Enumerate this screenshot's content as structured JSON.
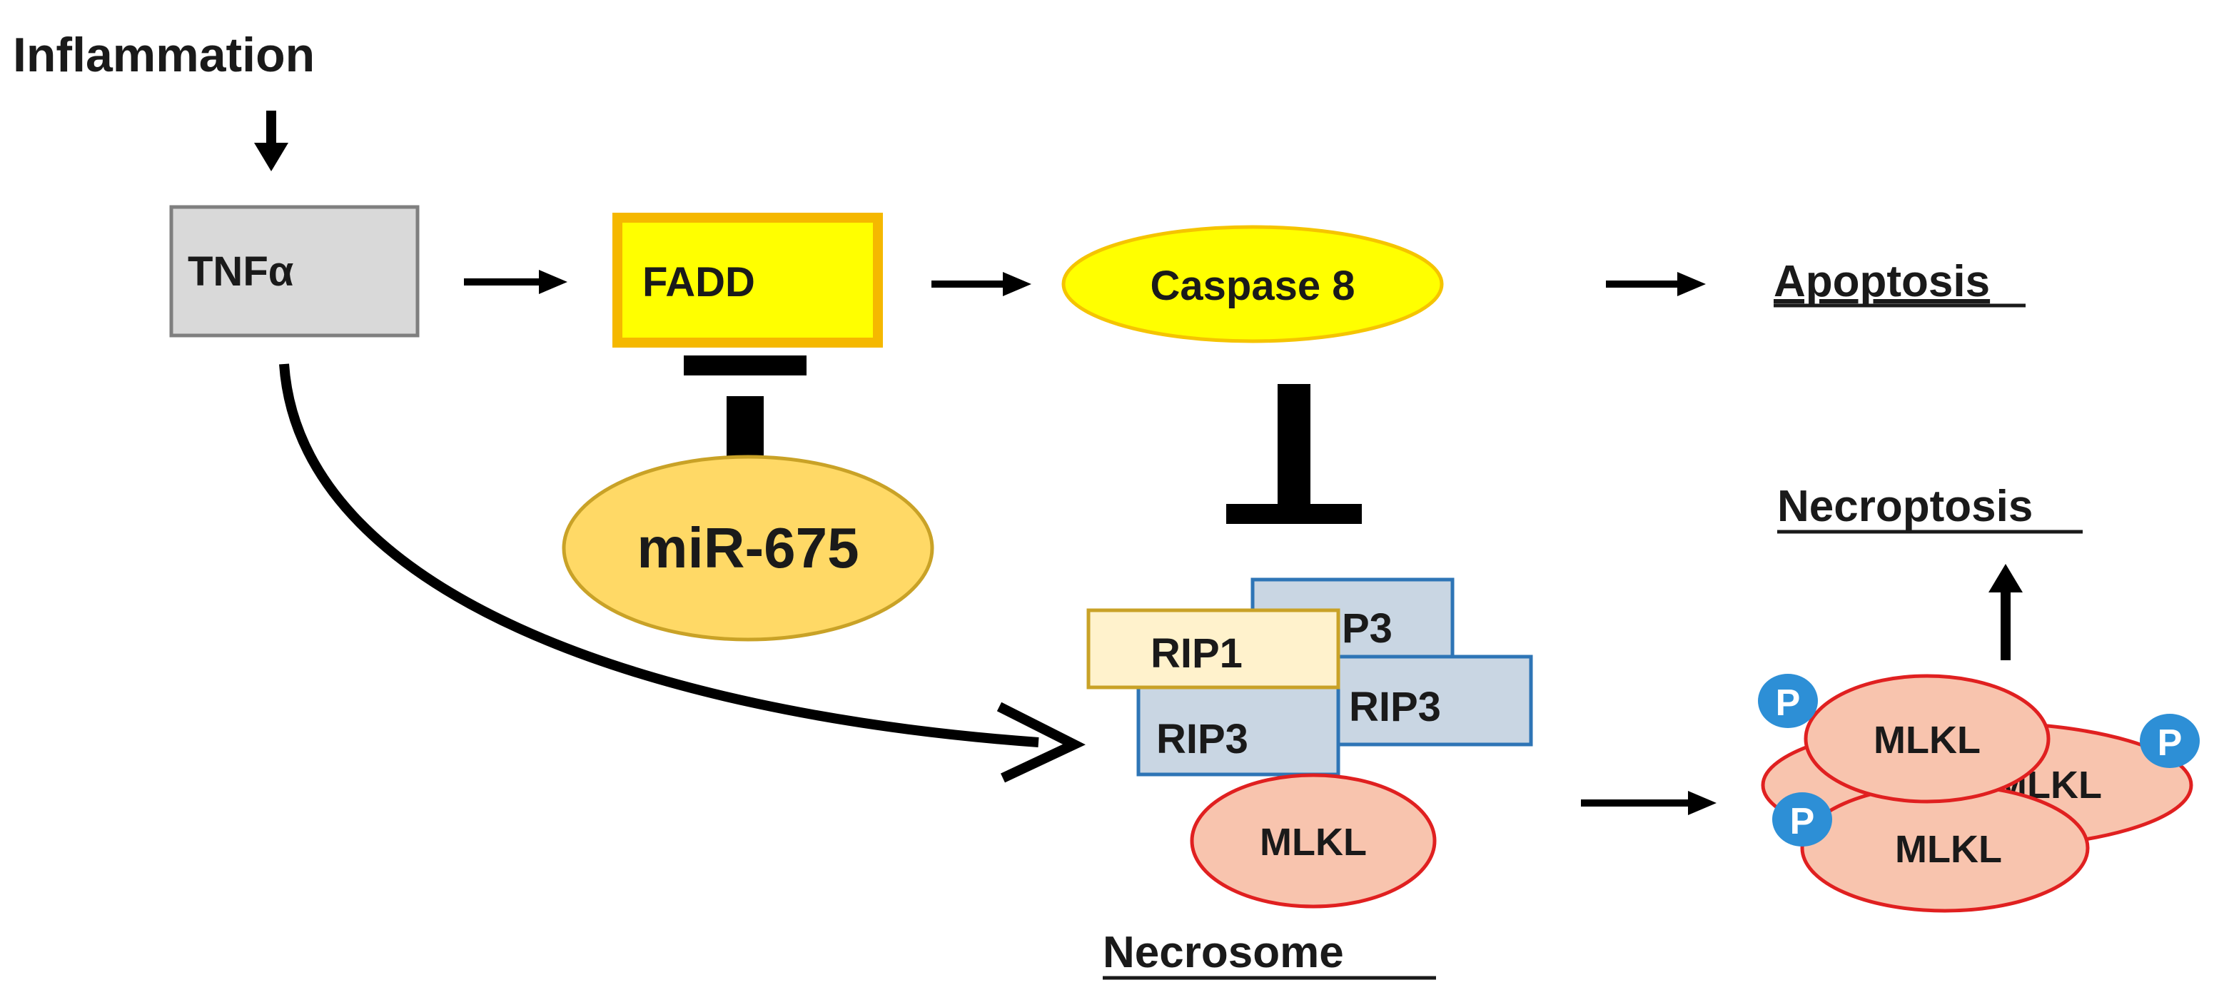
{
  "labels": {
    "inflammation": "Inflammation",
    "apoptosis": "Apoptosis",
    "necroptosis": "Necroptosis",
    "necrosome": "Necrosome"
  },
  "nodes": {
    "tnfa": "TNFα",
    "fadd": "FADD",
    "caspase8": "Caspase 8",
    "mir675": "miR-675",
    "rip1": "RIP1",
    "rip3_back": "P3",
    "rip3_right": "RIP3",
    "rip3_front": "RIP3",
    "mlkl_necrosome": "MLKL",
    "mlkl_1": "MLKL",
    "mlkl_2": "MLKL",
    "mlkl_3": "MLKL",
    "phospho_1": "P",
    "phospho_2": "P",
    "phospho_3": "P"
  },
  "colors": {
    "tnfa_fill": "#d9d9d9",
    "tnfa_stroke": "#7f7f7f",
    "fadd_fill": "#ffff00",
    "fadd_stroke": "#f5b800",
    "caspase_fill": "#ffff00",
    "caspase_stroke": "#f5c400",
    "mir_fill": "#ffd966",
    "mir_stroke": "#c9a227",
    "rip1_fill": "#fff2cc",
    "rip1_stroke": "#c9a227",
    "rip3_fill": "#c9d6e3",
    "rip3_stroke": "#2e75b6",
    "mlkl_fill": "#f8c4ae",
    "mlkl_stroke": "#e02020",
    "phospho_fill": "#2d8fd6"
  }
}
